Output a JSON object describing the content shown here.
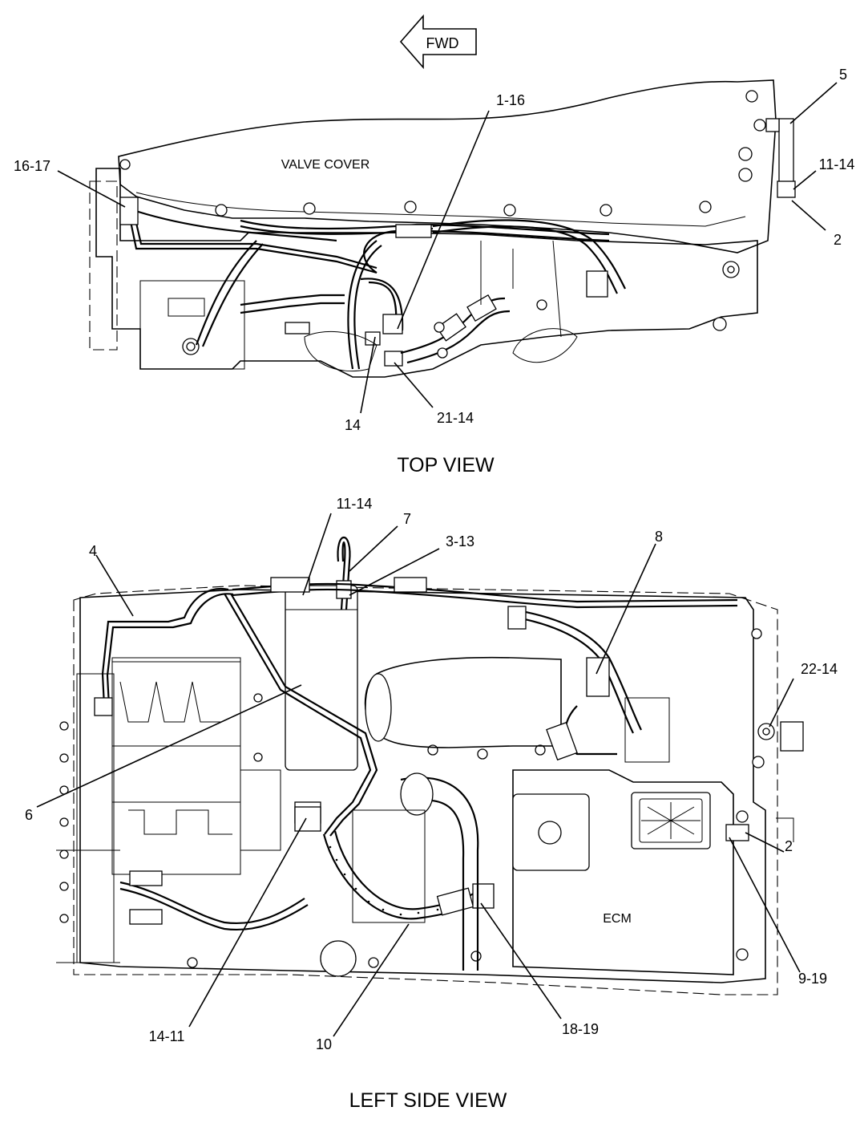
{
  "fwd_label": "FWD",
  "top_view": {
    "title": "TOP VIEW",
    "valve_cover_label": "VALVE COVER",
    "callouts": [
      "16-17",
      "1-16",
      "5",
      "11-14",
      "2",
      "14",
      "21-14"
    ]
  },
  "left_side_view": {
    "title": "LEFT SIDE VIEW",
    "ecm_label": "ECM",
    "callouts": [
      "4",
      "11-14",
      "7",
      "3-13",
      "8",
      "22-14",
      "6",
      "2",
      "9-19",
      "14-11",
      "10",
      "18-19"
    ]
  }
}
